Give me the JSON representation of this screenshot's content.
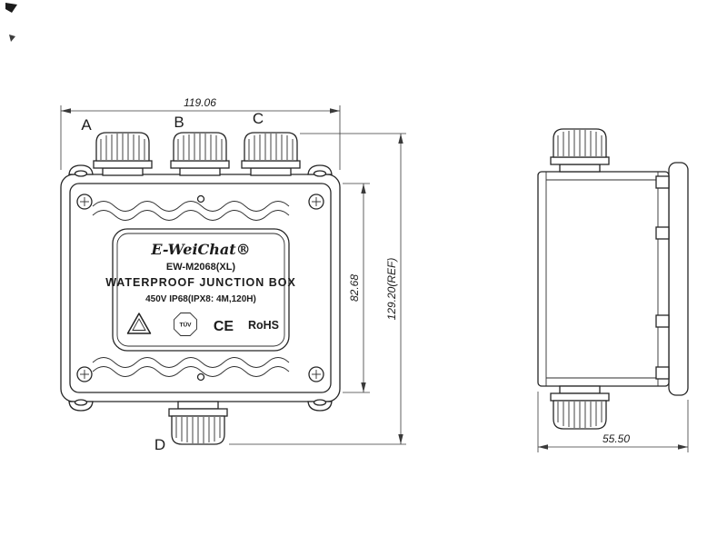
{
  "colors": {
    "background": "#ffffff",
    "line": "#262626"
  },
  "front_view": {
    "ports": {
      "a": "A",
      "b": "B",
      "c": "C",
      "d": "D"
    },
    "dim_width": "119.06",
    "dim_inner_height": "82.68",
    "dim_total_height": "129.20(REF)",
    "plate": {
      "brand": "E-WeiChat®",
      "model": "EW-M2068(XL)",
      "title": "WATERPROOF JUNCTION BOX",
      "rating": "450V IP68(IPX8: 4M,120H)",
      "tuv": "TÜV",
      "ce": "CE",
      "rohs": "RoHS"
    }
  },
  "side_view": {
    "dim_depth": "55.50"
  }
}
